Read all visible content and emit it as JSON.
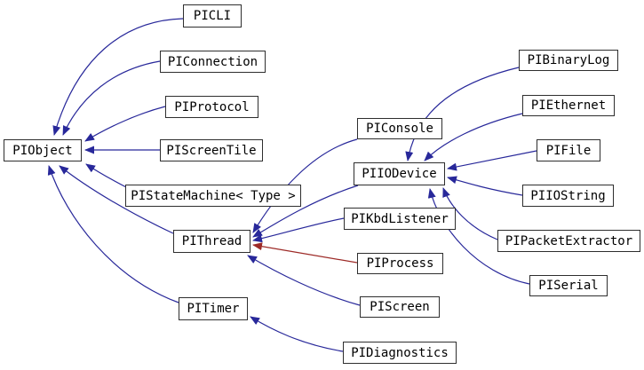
{
  "diagram": {
    "type": "class-inheritance-graph",
    "background_color": "#ffffff",
    "colors": {
      "public_inheritance_edge": "#28289a",
      "private_inheritance_edge": "#9d2a27",
      "node_border": "#2e2e2e",
      "node_fill": "#ffffff",
      "node_text": "#000000"
    },
    "nodes": [
      {
        "id": "piobject",
        "label": "PIObject"
      },
      {
        "id": "picli",
        "label": "PICLI"
      },
      {
        "id": "piconnection",
        "label": "PIConnection"
      },
      {
        "id": "piprotocol",
        "label": "PIProtocol"
      },
      {
        "id": "piscreentile",
        "label": "PIScreenTile"
      },
      {
        "id": "pistatemachine",
        "label": "PIStateMachine< Type >"
      },
      {
        "id": "pithread",
        "label": "PIThread"
      },
      {
        "id": "pitimer",
        "label": "PITimer"
      },
      {
        "id": "piconsole",
        "label": "PIConsole"
      },
      {
        "id": "piiodevice",
        "label": "PIIODevice"
      },
      {
        "id": "pikbdlistener",
        "label": "PIKbdListener"
      },
      {
        "id": "piprocess",
        "label": "PIProcess"
      },
      {
        "id": "piscreen",
        "label": "PIScreen"
      },
      {
        "id": "pidiagnostics",
        "label": "PIDiagnostics"
      },
      {
        "id": "pibinarylog",
        "label": "PIBinaryLog"
      },
      {
        "id": "piethernet",
        "label": "PIEthernet"
      },
      {
        "id": "pifile",
        "label": "PIFile"
      },
      {
        "id": "piiostring",
        "label": "PIIOString"
      },
      {
        "id": "pipacketextractor",
        "label": "PIPacketExtractor"
      },
      {
        "id": "piserial",
        "label": "PISerial"
      }
    ],
    "edges": [
      {
        "from": "picli",
        "to": "piobject",
        "type": "public"
      },
      {
        "from": "piconnection",
        "to": "piobject",
        "type": "public"
      },
      {
        "from": "piprotocol",
        "to": "piobject",
        "type": "public"
      },
      {
        "from": "piscreentile",
        "to": "piobject",
        "type": "public"
      },
      {
        "from": "pistatemachine",
        "to": "piobject",
        "type": "public"
      },
      {
        "from": "pithread",
        "to": "piobject",
        "type": "public"
      },
      {
        "from": "pitimer",
        "to": "piobject",
        "type": "public"
      },
      {
        "from": "piconsole",
        "to": "pithread",
        "type": "public"
      },
      {
        "from": "piiodevice",
        "to": "pithread",
        "type": "public"
      },
      {
        "from": "pikbdlistener",
        "to": "pithread",
        "type": "public"
      },
      {
        "from": "piprocess",
        "to": "pithread",
        "type": "private"
      },
      {
        "from": "piscreen",
        "to": "pithread",
        "type": "public"
      },
      {
        "from": "pidiagnostics",
        "to": "pitimer",
        "type": "public"
      },
      {
        "from": "pibinarylog",
        "to": "piiodevice",
        "type": "public"
      },
      {
        "from": "piethernet",
        "to": "piiodevice",
        "type": "public"
      },
      {
        "from": "pifile",
        "to": "piiodevice",
        "type": "public"
      },
      {
        "from": "piiostring",
        "to": "piiodevice",
        "type": "public"
      },
      {
        "from": "pipacketextractor",
        "to": "piiodevice",
        "type": "public"
      },
      {
        "from": "piserial",
        "to": "piiodevice",
        "type": "public"
      }
    ]
  }
}
